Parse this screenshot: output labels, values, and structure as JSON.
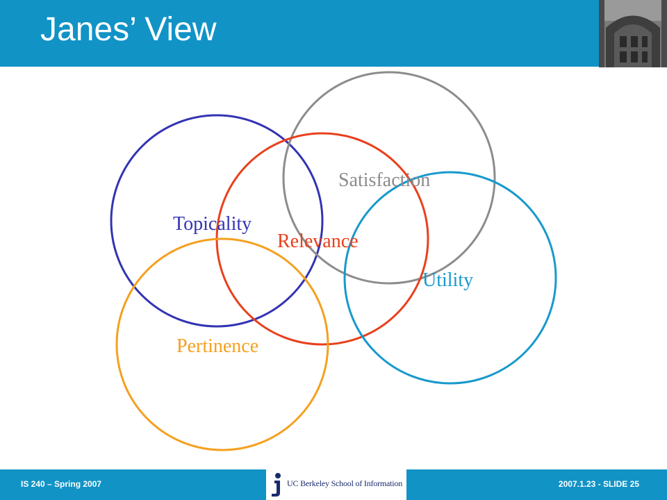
{
  "slide": {
    "title": "Janes’ View"
  },
  "diagram": {
    "circles": [
      {
        "id": "topicality",
        "label": "Topicality",
        "color": "#3333b3"
      },
      {
        "id": "satisfaction",
        "label": "Satisfaction",
        "color": "#8c8c8c"
      },
      {
        "id": "relevance",
        "label": "Relevance",
        "color": "#e8401c"
      },
      {
        "id": "utility",
        "label": "Utility",
        "color": "#1799cc"
      },
      {
        "id": "pertinence",
        "label": "Pertinence",
        "color": "#f5a020"
      }
    ]
  },
  "footer": {
    "left_text": "IS 240 – Spring 2007",
    "right_text": "2007.1.23 - SLIDE 25",
    "logo_text": "UC Berkeley School of Information"
  },
  "colors": {
    "header_blue": "#1193c6",
    "logo_navy": "#1a2a6c"
  }
}
